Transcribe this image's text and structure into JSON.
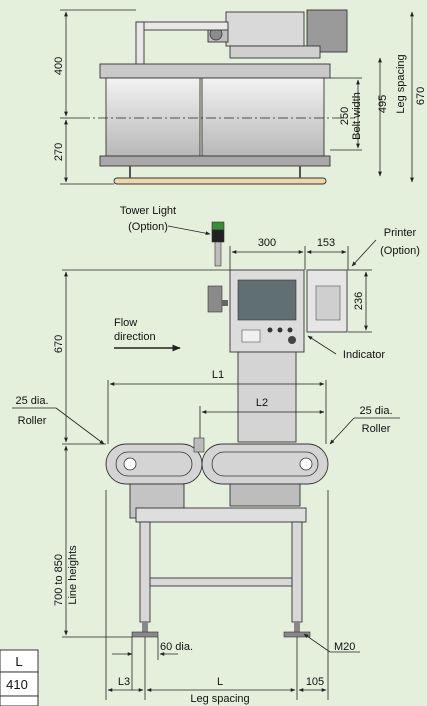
{
  "colors": {
    "background": "#e4f0dc",
    "frame": "#d9d9d9",
    "frame_dark": "#8c8c8c",
    "conveyor": "#c7c7c7",
    "screen": "#5f6f72",
    "line": "#222222",
    "tower_green": "#3a8c3a"
  },
  "top_view": {
    "dim_top": "400",
    "dim_bottom": "270",
    "belt_width_value": "250",
    "belt_width_label": "Belt width",
    "leg_spacing_value": "495",
    "leg_spacing_label": "Leg spacing",
    "outer_value": "670"
  },
  "front_view": {
    "tower_light_label": "Tower Light",
    "tower_light_option": "(Option)",
    "printer_label": "Printer",
    "printer_option": "(Option)",
    "dim_300": "300",
    "dim_153": "153",
    "dim_236": "236",
    "dim_670": "670",
    "flow_label_1": "Flow",
    "flow_label_2": "direction",
    "indicator_label": "Indicator",
    "l1_label": "L1",
    "l2_label": "L2",
    "roller_left_dia": "25 dia.",
    "roller_left_label": "Roller",
    "roller_right_dia": "25 dia.",
    "roller_right_label": "Roller",
    "line_heights_value": "700 to 850",
    "line_heights_label": "Line heights",
    "foot_dia": "60 dia.",
    "m20_label": "M20",
    "l3_label": "L3",
    "l_label": "L",
    "dim_105": "105",
    "leg_spacing_label": "Leg spacing"
  },
  "table": {
    "header": "L",
    "value": "410"
  }
}
